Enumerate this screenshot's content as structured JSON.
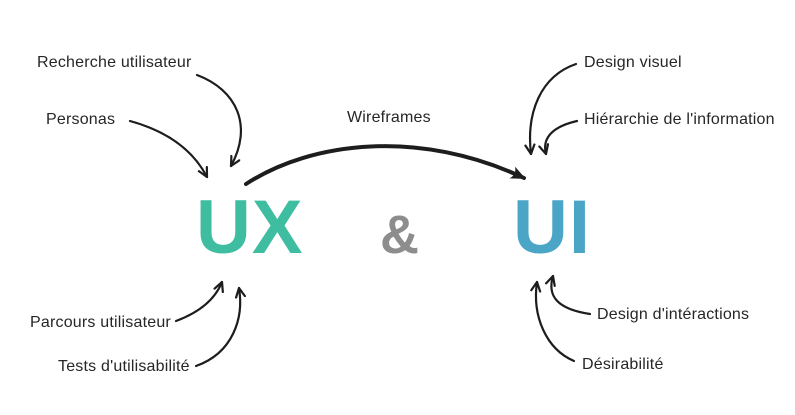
{
  "diagram": {
    "title_group": {
      "ux": "UX",
      "ampersand": "&",
      "ui": "UI"
    },
    "labels": {
      "recherche_utilisateur": "Recherche utilisateur",
      "personas": "Personas",
      "wireframes": "Wireframes",
      "design_visuel": "Design visuel",
      "hierarchie_information": "Hiérarchie de l'information",
      "parcours_utilisateur": "Parcours utilisateur",
      "tests_utilisabilite": "Tests d'utilisabilité",
      "design_interactions": "Design d'intéractions",
      "desirabilite": "Désirabilité"
    },
    "colors": {
      "ux_text": "#3ebda0",
      "ui_text": "#4aa5c7",
      "ampersand": "#8d8d8d",
      "label_text": "#262626",
      "arrow": "#1d1d1d",
      "background": "#ffffff"
    }
  }
}
